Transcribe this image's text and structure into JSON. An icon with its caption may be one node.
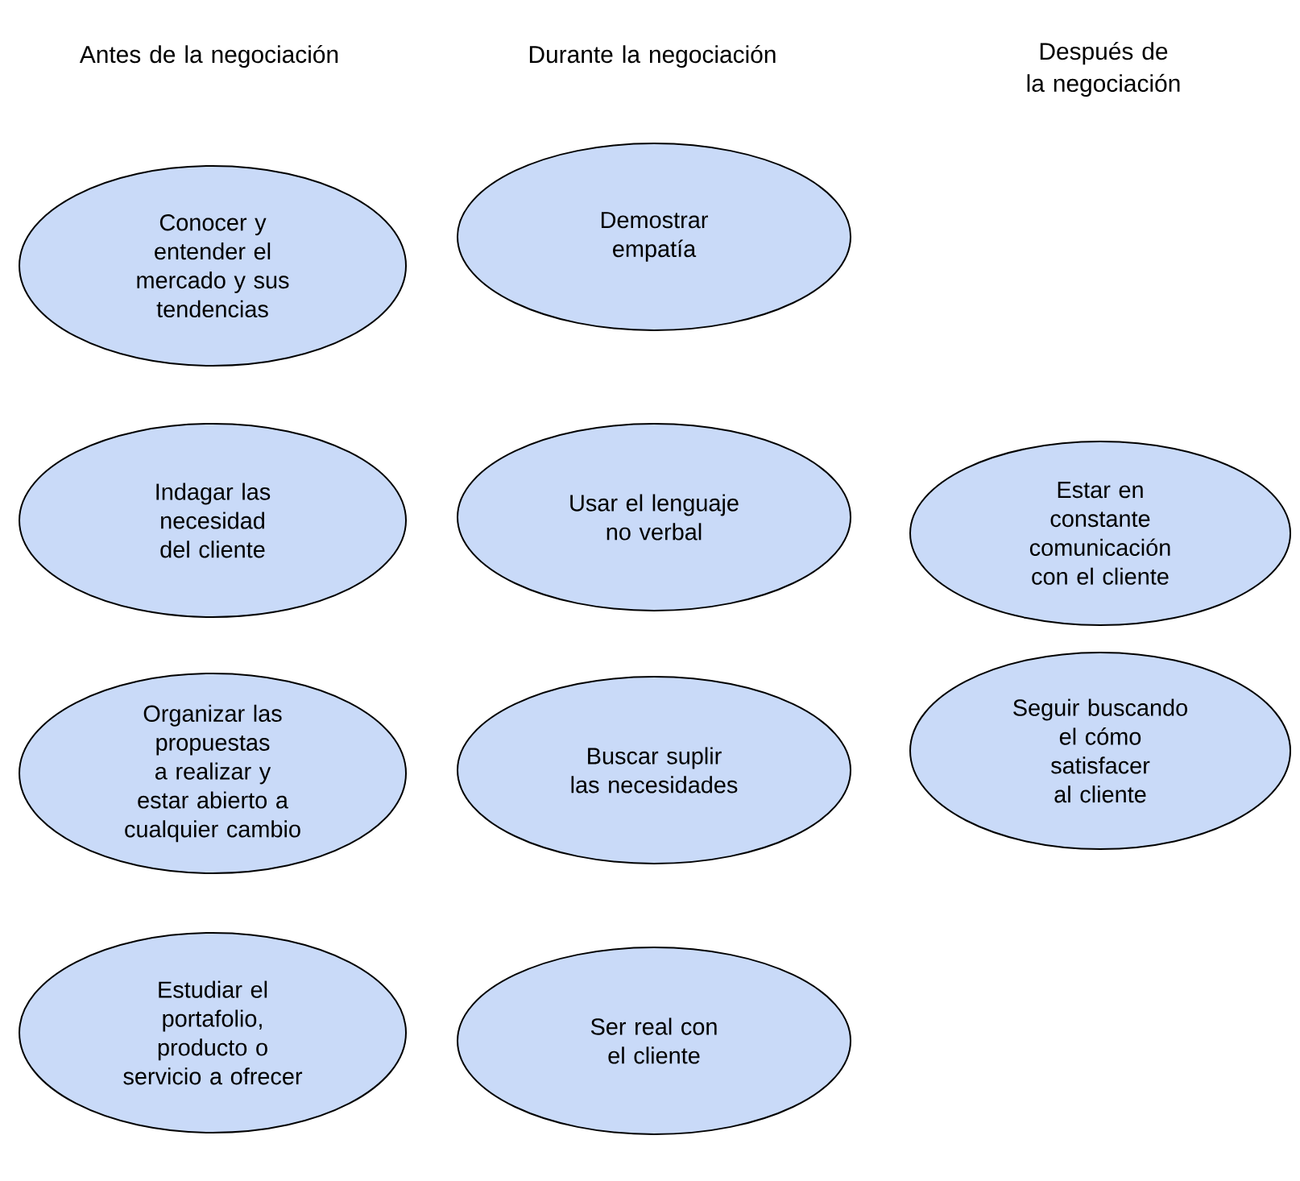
{
  "diagram": {
    "nodes": [
      {
        "text": [
          "Conocer y entender el mercado y sus tendencias"
        ]
      },
      {
        "text": [
          "Indagar las necesidad del cliente"
        ]
      },
      {
        "text": [
          "Organizar las propuestas a realizar y estar abierto a cualquier cambio"
        ]
      },
      {
        "text": [
          "Estudiar el portafolio, producto o servicio a ofrecer"
        ]
      },
      {
        "text": [
          "Demostrar empatía"
        ]
      },
      {
        "text": [
          "Usar el lenguaje no verbal"
        ]
      },
      {
        "text": [
          "Buscar suplir las necesidades"
        ]
      },
      {
        "text": [
          "Ser real con el cliente"
        ]
      },
      {
        "text": [
          "Estar en constante comunicación con el cliente"
        ]
      },
      {
        "text": [
          "Seguir buscando el cómo satisfacer al cliente"
        ]
      }
    ],
    "labels": [
      "Antes de la negociación",
      "Durante la negociación",
      "Después de la negociación"
    ]
  }
}
